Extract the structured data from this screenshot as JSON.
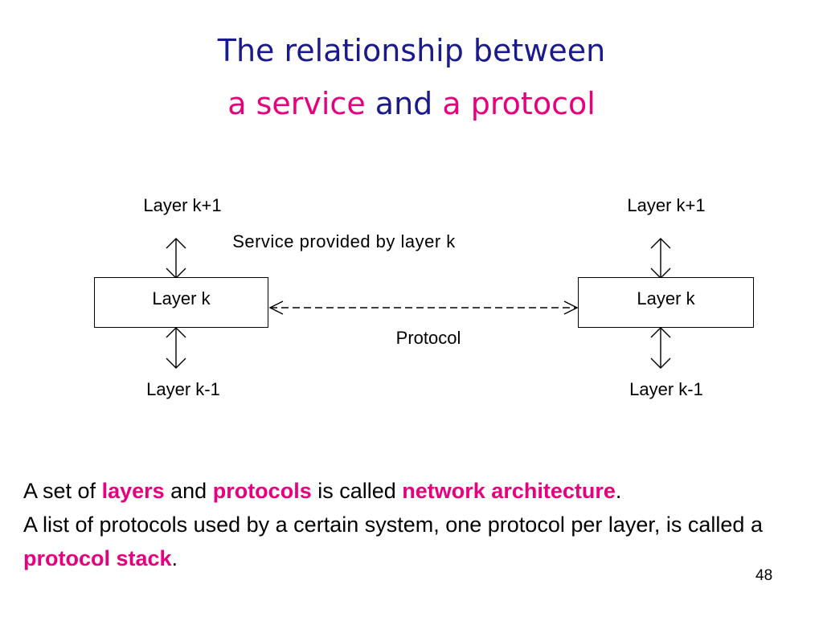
{
  "title": {
    "line1": "The relationship between",
    "line2": {
      "part1": "a service",
      "part2": "and",
      "part3": "a protocol"
    }
  },
  "diagram": {
    "left": {
      "upper_label": "Layer k+1",
      "box_label": "Layer k",
      "lower_label": "Layer k-1"
    },
    "right": {
      "upper_label": "Layer k+1",
      "box_label": "Layer k",
      "lower_label": "Layer k-1"
    },
    "service_label": "Service provided by layer k",
    "protocol_label": "Protocol"
  },
  "body": {
    "s1_a": "A set of ",
    "s1_layers": "layers",
    "s1_b": " and ",
    "s1_protocols": "protocols",
    "s1_c": " is called ",
    "s1_netarch": "network architecture",
    "s1_d": ".",
    "s2_a": "A list of protocols used by a certain system, one protocol per layer, is called a ",
    "s2_stack": "protocol stack",
    "s2_b": "."
  },
  "page_number": "48",
  "colors": {
    "title_blue": "#1a1a8c",
    "highlight_pink": "#e6007e"
  }
}
